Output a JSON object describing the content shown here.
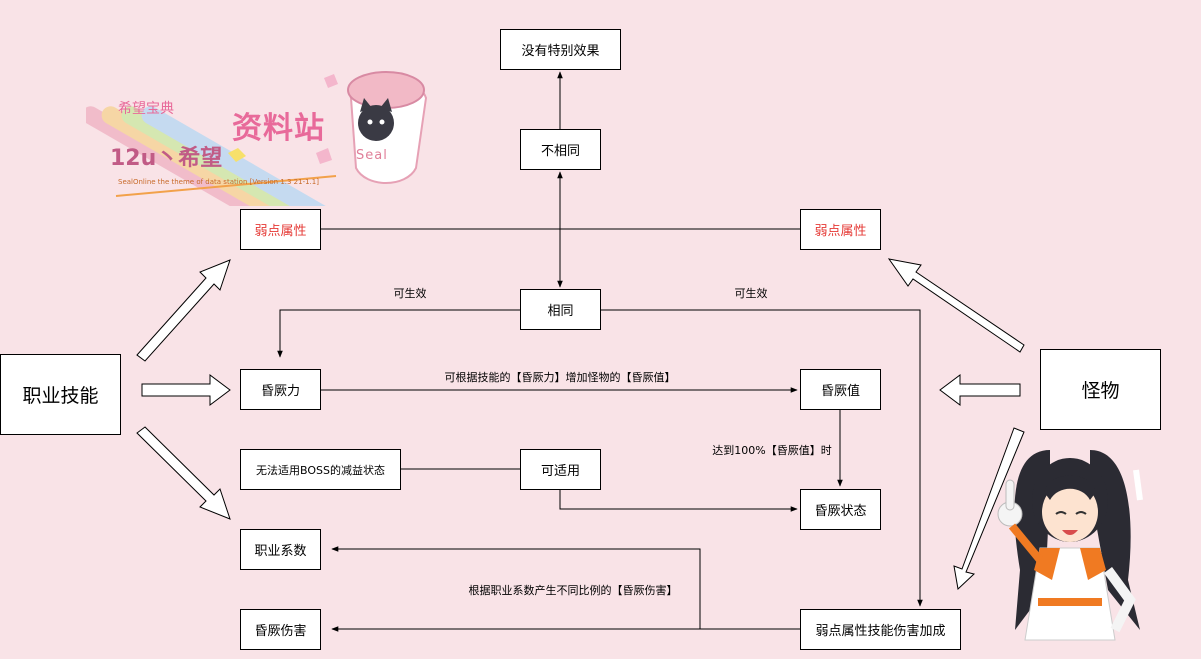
{
  "nodes": {
    "job_skill": "职业技能",
    "monster": "怪物",
    "no_effect": "没有特别效果",
    "different": "不相同",
    "weak_attr_left": "弱点属性",
    "weak_attr_right": "弱点属性",
    "same": "相同",
    "stun_power": "昏厥力",
    "stun_value": "昏厥值",
    "boss_debuff": "无法适用BOSS的减益状态",
    "applicable": "可适用",
    "stun_state": "昏厥状态",
    "job_coef": "职业系数",
    "stun_damage": "昏厥伤害",
    "weak_damage_bonus": "弱点属性技能伤害加成"
  },
  "labels": {
    "effective_left": "可生效",
    "effective_right": "可生效",
    "stun_power_desc": "可根据技能的【昏厥力】增加怪物的【昏厥值】",
    "reach_100": "达到100%【昏厥值】时",
    "job_coef_desc": "根据职业系数产生不同比例的【昏厥伤害】"
  },
  "logo": {
    "sub": "希望宝典",
    "num": "12u丶希望",
    "title": "资料站",
    "seal": "Seal",
    "line": "SealOnline the theme of data station [Version 1.3 21-1.1]"
  },
  "colors": {
    "background": "#f9e3e7",
    "weak_attr_text": "#e53935",
    "logo_pink": "#e86a9a"
  }
}
